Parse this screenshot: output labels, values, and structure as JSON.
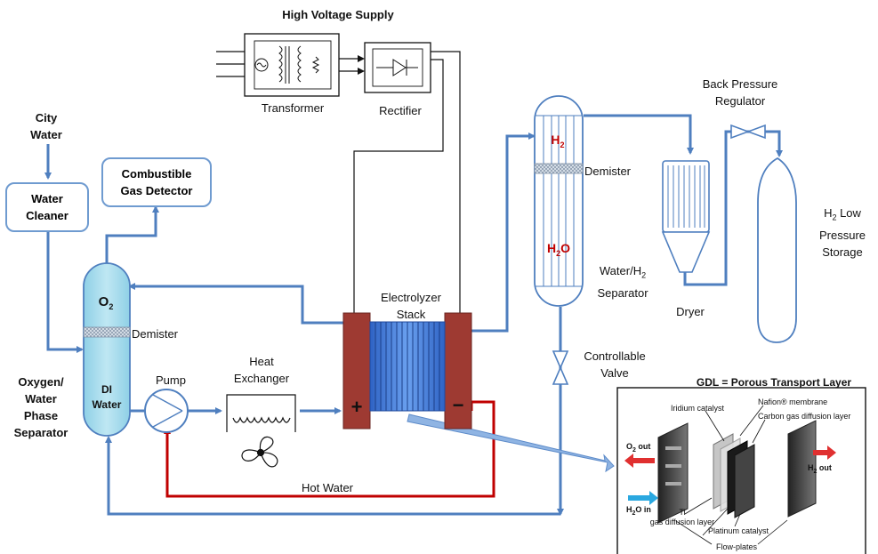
{
  "labels": {
    "high_voltage_supply": "High Voltage Supply",
    "transformer": "Transformer",
    "rectifier": "Rectifier",
    "city_water_1": "City",
    "city_water_2": "Water",
    "water_cleaner_1": "Water",
    "water_cleaner_2": "Cleaner",
    "gas_detector_1": "Combustible",
    "gas_detector_2": "Gas Detector",
    "o2": "O",
    "o2_sub": "2",
    "demister_left": "Demister",
    "di_water_1": "DI",
    "di_water_2": "Water",
    "separator_1": "Oxygen/",
    "separator_2": "Water",
    "separator_3": "Phase",
    "separator_4": "Separator",
    "pump": "Pump",
    "heat_exchanger_1": "Heat",
    "heat_exchanger_2": "Exchanger",
    "stack_1": "Electrolyzer",
    "stack_2": "Stack",
    "plus": "+",
    "minus": "−",
    "hot_water": "Hot Water",
    "h2_top": "H",
    "h2_top_sub": "2",
    "h2o_1": "H",
    "h2o_sub": "2",
    "h2o_2": "O",
    "demister_right": "Demister",
    "water_h2_sep_1": "Water/H",
    "water_h2_sep_sub": "2",
    "water_h2_sep_2": "Separator",
    "controllable_valve_1": "Controllable",
    "controllable_valve_2": "Valve",
    "back_pressure_1": "Back Pressure",
    "back_pressure_2": "Regulator",
    "dryer": "Dryer",
    "storage_1": "H",
    "storage_sub": "2",
    "storage_1b": " Low",
    "storage_2": "Pressure",
    "storage_3": "Storage"
  },
  "inset": {
    "title": "GDL = Porous Transport Layer",
    "iridium": "Iridium catalyst",
    "nafion": "Nafion® membrane",
    "carbon": "Carbon gas diffusion layer",
    "o2_out": "O",
    "o2_out_sub": "2",
    "o2_out_2": " out",
    "h2_out": "H",
    "h2_out_sub": "2",
    "h2_out_2": " out",
    "h2o_in": "H",
    "h2o_in_sub": "2",
    "h2o_in_2": "O in",
    "ti_1": "Ti",
    "ti_2": "gas diffusion layer",
    "platinum": "Platinum catalyst",
    "flow_plates": "Flow-plates"
  },
  "colors": {
    "pipe_blue": "#4f7fbf",
    "hot_red": "#c00000",
    "vessel_fill": "#a8dced",
    "stack_end": "#9e3a32",
    "stack_coil": "#3f78d6"
  }
}
